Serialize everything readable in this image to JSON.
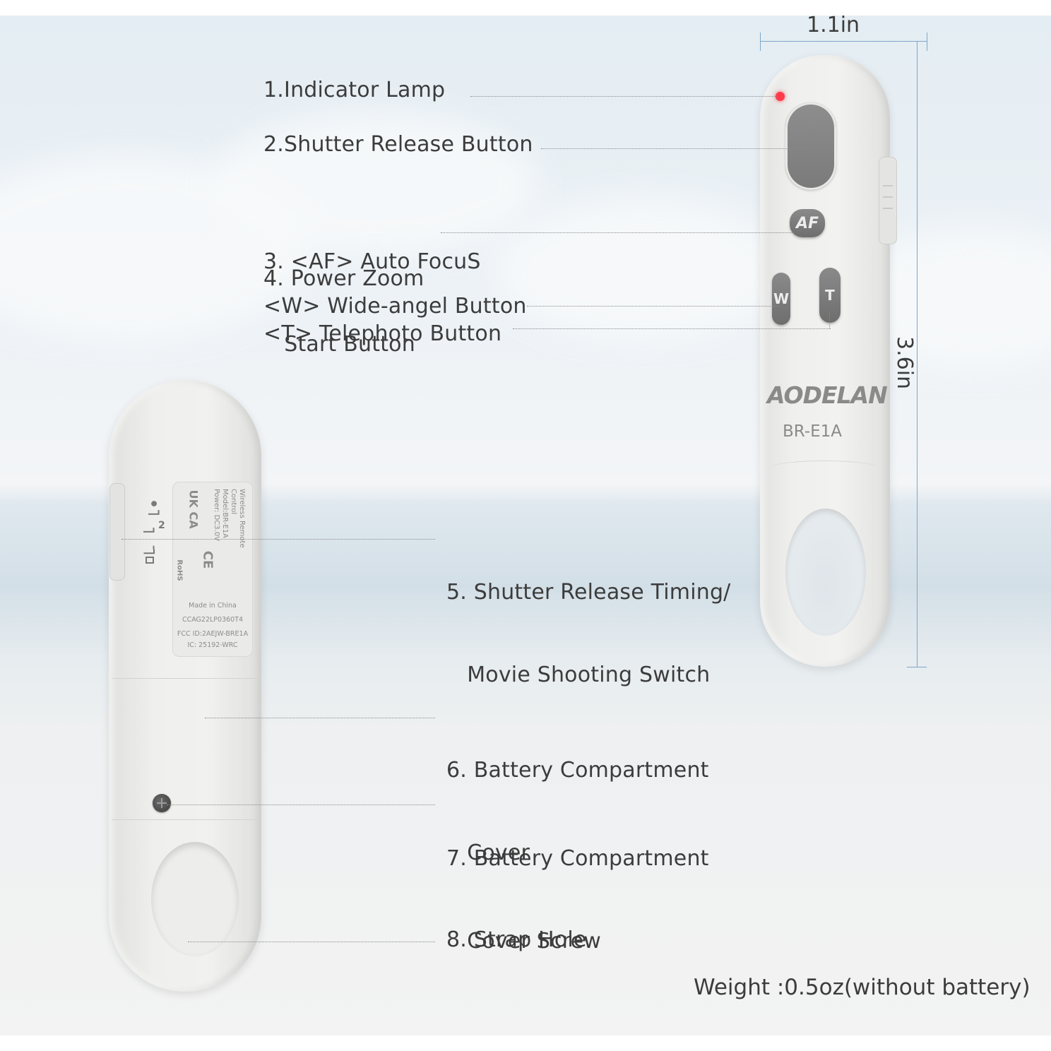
{
  "front": {
    "brand": "AODELAN",
    "model": "BR-E1A",
    "btn_af": "AF",
    "btn_w": "W",
    "btn_t": "T"
  },
  "dimensions": {
    "width": "1.1in",
    "height": "3.6in"
  },
  "callouts": [
    {
      "lines": [
        "1.Indicator Lamp"
      ]
    },
    {
      "lines": [
        "2.Shutter Release Button"
      ]
    },
    {
      "lines": [
        "3. <AF> Auto FocuS",
        "   Start Button"
      ]
    },
    {
      "lines": [
        "4. Power Zoom",
        "<W> Wide-angel Button",
        "<T> Telephoto Button"
      ]
    },
    {
      "lines": [
        "5. Shutter Release Timing/",
        "   Movie Shooting Switch"
      ]
    },
    {
      "lines": [
        "6. Battery Compartment",
        "   Cover"
      ]
    },
    {
      "lines": [
        "7. Battery Compartment",
        "   Cover Screw"
      ]
    },
    {
      "lines": [
        "8. Strap Hole"
      ]
    }
  ],
  "back_label": {
    "rotated": [
      "Wireless Remote Control",
      "Model:BR-E1A",
      "Power: DC3.0V"
    ],
    "made_in": "Made in China",
    "cert": "CCAG22LP0360T4",
    "fcc": "FCC ID:2AEJW-BRE1A",
    "ic": "IC: 25192-WRC",
    "rohs": "RoHS",
    "uk": "UK CA",
    "ce": "CE"
  },
  "switch_marks": "2",
  "weight": "Weight :0.5oz(without battery)",
  "colors": {
    "indicator": "#ff3b4a",
    "button": "#7a7a7a",
    "dimension_line": "#7ea6c8"
  }
}
